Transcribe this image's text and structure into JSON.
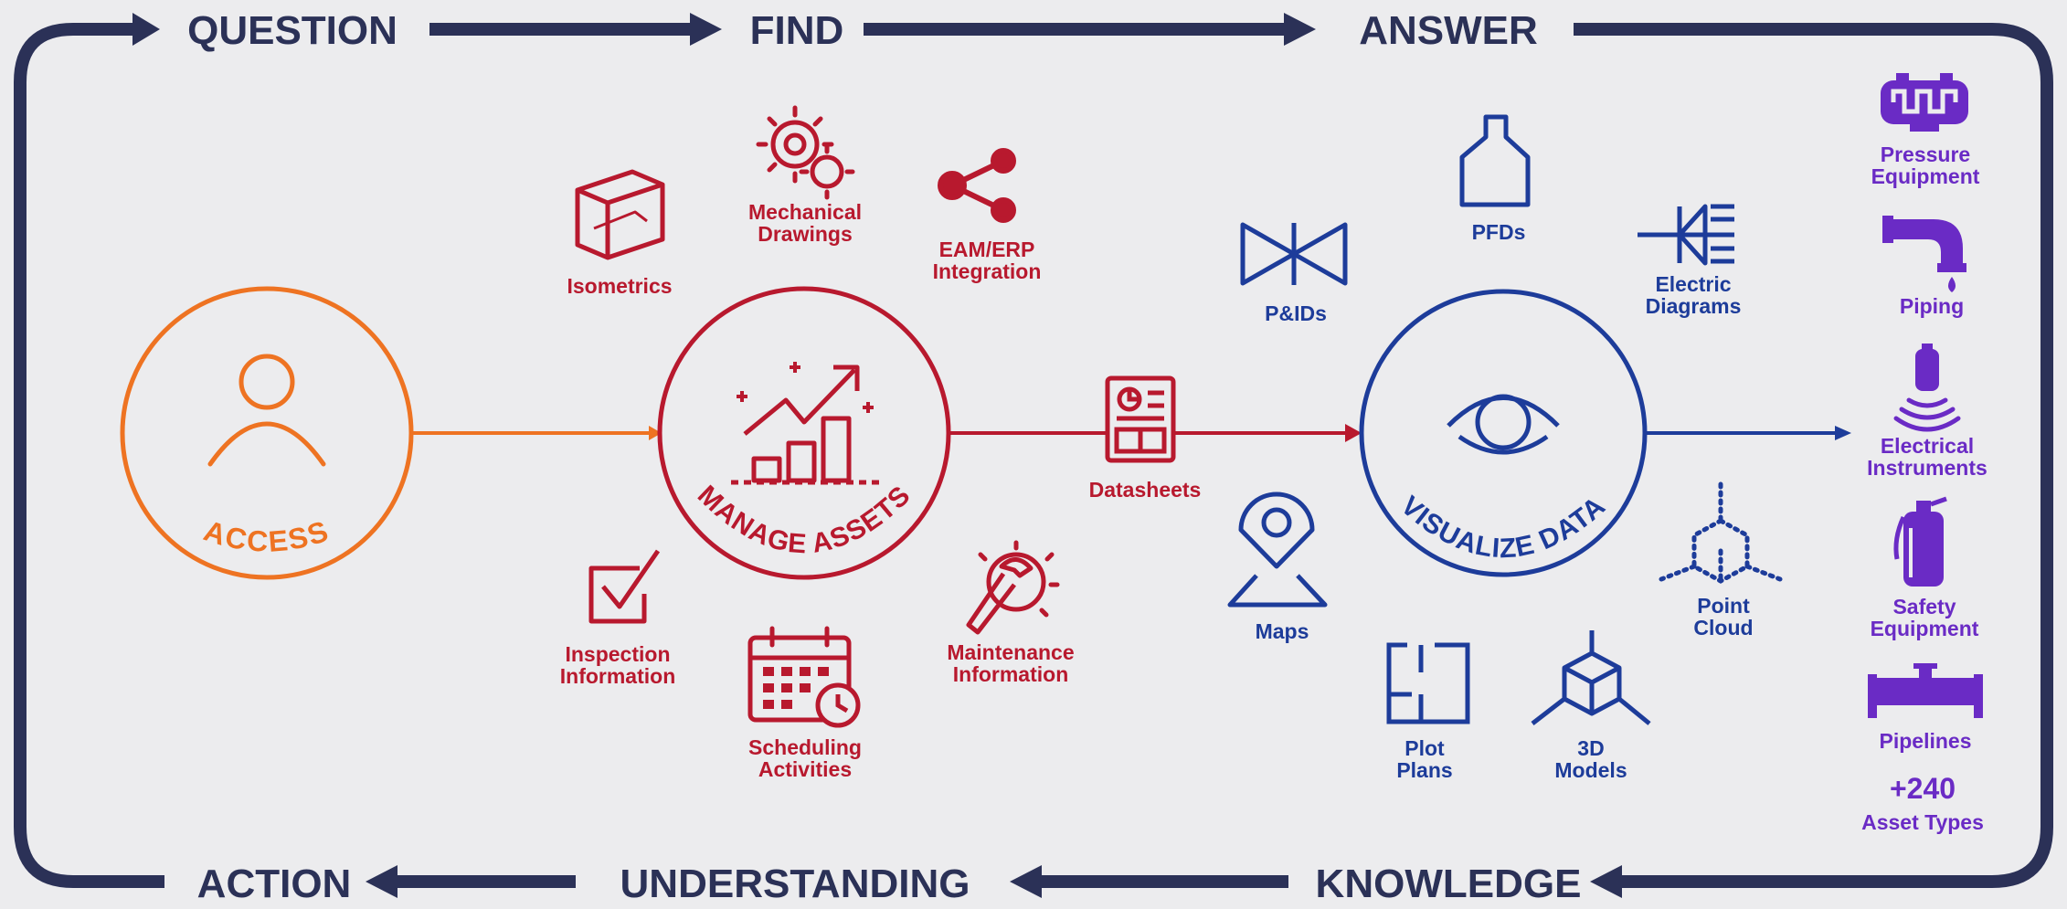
{
  "flow": {
    "top": [
      "QUESTION",
      "FIND",
      "ANSWER"
    ],
    "bottom": [
      "ACTION",
      "UNDERSTANDING",
      "KNOWLEDGE"
    ]
  },
  "hubs": {
    "access": "ACCESS",
    "manage": "MANAGE ASSETS",
    "visualize": "VISUALIZE DATA"
  },
  "manage_items": {
    "isometrics": [
      "Isometrics"
    ],
    "mechanical": [
      "Mechanical",
      "Drawings"
    ],
    "eam": [
      "EAM/ERP",
      "Integration"
    ],
    "datasheets": [
      "Datasheets"
    ],
    "inspection": [
      "Inspection",
      "Information"
    ],
    "scheduling": [
      "Scheduling",
      "Activities"
    ],
    "maintenance": [
      "Maintenance",
      "Information"
    ]
  },
  "visualize_items": {
    "pids": [
      "P&IDs"
    ],
    "pfds": [
      "PFDs"
    ],
    "electric": [
      "Electric",
      "Diagrams"
    ],
    "maps": [
      "Maps"
    ],
    "point_cloud": [
      "Point",
      "Cloud"
    ],
    "plot_plans": [
      "Plot",
      "Plans"
    ],
    "models": [
      "3D",
      "Models"
    ]
  },
  "asset_types": {
    "pressure": [
      "Pressure",
      "Equipment"
    ],
    "piping": [
      "Piping"
    ],
    "electrical": [
      "Electrical",
      "Instruments"
    ],
    "safety": [
      "Safety",
      "Equipment"
    ],
    "pipelines": [
      "Pipelines"
    ],
    "count": "+240",
    "count_label": "Asset Types"
  },
  "colors": {
    "navy": "#2b3157",
    "orange": "#ee7322",
    "red": "#b8192e",
    "blue": "#1d3c9a",
    "purple": "#6a2bc5",
    "background": "#ececee"
  }
}
